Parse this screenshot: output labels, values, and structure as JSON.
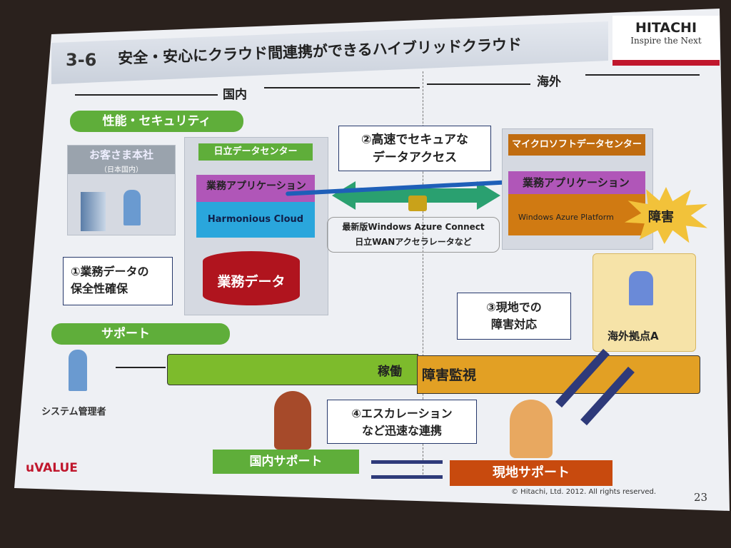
{
  "slide": {
    "number_title": "3-6",
    "title": "安全・安心にクラウド間連携ができるハイブリッドクラウド",
    "brand": "HITACHI",
    "tagline": "Inspire the Next",
    "region_domestic": "国内",
    "region_overseas": "海外",
    "section_performance": "性能・セキュリティ",
    "customer_hq": "お客さま本社",
    "customer_hq_sub": "（日本国内）",
    "hitachi_dc": "日立データセンター",
    "business_app": "業務アプリケーション",
    "harmonious_cloud": "Harmonious Cloud",
    "business_data": "業務データ",
    "callout1": [
      "①業務データの",
      "保全性確保"
    ],
    "callout2": [
      "②高速でセキュアな",
      "データアクセス"
    ],
    "connect_notes": [
      "最新版Windows Azure Connect",
      "日立WANアクセラレータなど"
    ],
    "ms_dc": "マイクロソフトデータセンター",
    "ms_app": "業務アプリケーション",
    "azure_platform": "Windows Azure Platform",
    "failure": "障害",
    "overseas_site": "海外拠点A",
    "callout3": [
      "③現地での",
      "障害対応"
    ],
    "section_support": "サポート",
    "sysadmin": "システム管理者",
    "operation": "稼働",
    "failure_monitoring": "障害監視",
    "callout4": [
      "④エスカレーション",
      "など迅速な連携"
    ],
    "domestic_support": "国内サポート",
    "local_support": "現地サポート",
    "logo_uvalue": "uVALUE",
    "copyright": "© Hitachi, Ltd. 2012. All rights reserved.",
    "page_number": "23"
  },
  "colors": {
    "green": "#5fae3a",
    "orange": "#d07a12",
    "purple": "#b056b8",
    "blue": "#1e5fb8",
    "red": "#b0141e"
  }
}
